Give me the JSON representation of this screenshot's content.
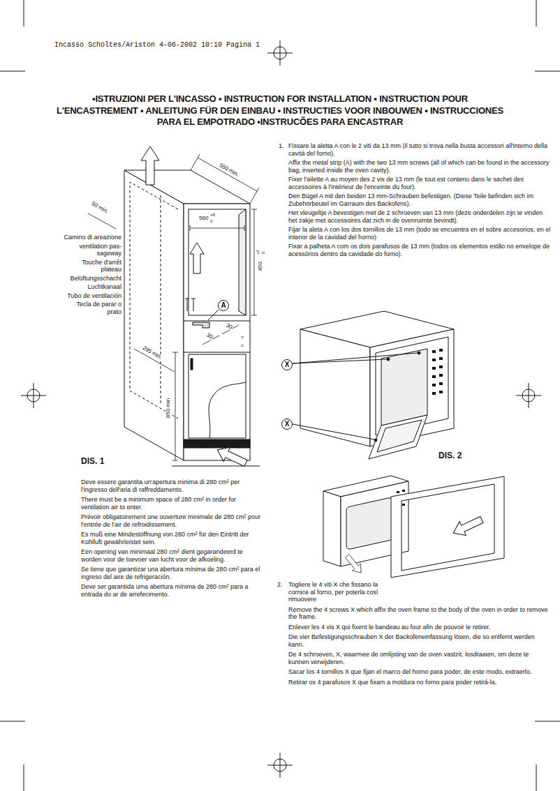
{
  "diagram": {
    "title": "•ISTRUZIONI PER L'INCASSO • INSTRUCTION FOR INSTALLATION • INSTRUCTION POUR L'ENCASTREMENT • ANLEITUNG FÜR DEN EINBAU • INSTRUCTIES VOOR INBOUWEN • INSTRUCCIONES PARA EL EMPOTRADO •INSTRUCÕES PARA ENCASTRAR",
    "nodes": [
      {
        "text": [
          "A"
        ]
      },
      {
        "text": [
          "X"
        ]
      },
      {
        "text": [
          "X"
        ]
      }
    ],
    "labels": [
      "Incasso Scholtes/Ariston 4-06-2002 10:10 Pagina 1",
      "550 min.",
      "50 min.",
      "Camino di areazione",
      "ventilation pas-sageway",
      "Touche d'arrêt plateau",
      "Belüftungsschacht",
      "Luchtkanaal",
      "Tubo de ventilación",
      "Tecla de parar o prato",
      "560",
      "+8",
      "0",
      "450",
      "+2",
      "0",
      "30",
      "30",
      "=",
      "=",
      "295 min.",
      "850 min",
      "DIS. 1",
      "Deve essere garantita un'apertura minima di 280 cm² per l'ingresso dell'aria di raffreddamento.",
      "There must be a minimum space of 280 cm² in order for ventilation air to enter.",
      "Prévoir obligatoirement une ouverture minimale de 280 cm² pour l'entrée de l'air de refroidissement.",
      "Es muß eine Mindestöffnung von 280 cm² für den Eintritt der Kühlluft gewährleistet sein.",
      "Een opening van minimaal 280 cm² dient gegarandeerd te worden voor de toevoer van lucht voor de afkoeling.",
      "Se tiene que garantizar una abertura mínima de 280 cm² para el ingreso del aire de refrigeración.",
      "Deve ser garantida uma abertura mínima de 280 cm² para a entrada do ar de arrefecimento.",
      "1.",
      "Fissare la aletta A con le 2 viti da 13 mm (il tutto si trova nella busta accessori all'interno della cavità del forno).",
      "Affix the metal strip (A) with the two 13 mm screws (all of which can be found in the accessory bag, inserted inside the oven cavity).",
      "Fixer l'ailette A au moyen des 2 vis de 13 mm (le tout est contenu dans le sachet des accessoires à l'intérieur de l'enceinte du four).",
      "Den Bügel A mit den beiden 13 mm-Schrauben befestigen. (Diese Teile befinden sich im Zubehörbeutel im Garraum des Backofens).",
      "Het vleugeltje A bevestigen met de 2 schroeven van 13 mm (deze onderdelen zijn te vinden het zakje met accessoires dat zich in de ovenruimte bevindt).",
      "Fijar la aleta A con los dos tornillos de 13 mm (todo se encuentra en el sobre accesorios, en el interior de la cavidad del horno)",
      "Fixar a palheta A com os dois parafusos de 13 mm (todos os elementos estão no envelope de acessórios dentro da cavidade do forno).",
      "DIS. 2",
      "2.",
      "Togliere le 4 viti X che fissano la cornice al forno, per poterla così rimuovere",
      "Remove the 4 screws X which affix the oven frame to the body of the oven in order to remove the frame.",
      "Enlever les 4 vis X qui fixent le bandeau au four afin de pouvoir le retirer.",
      "Die vier Befestigungsschrauben X der Backofeneinfassung lösen, die so entfernt werden kann.",
      "De 4 schroeven, X, waarmee de omlijsting van de oven vastzit, losdraaien, om deze te kunnen verwijderen.",
      "Sacar los 4 tornillos X que fijan el marco del horno para poder, de este modo, extraerlo.",
      "Retirar os 4 parafusos X que fixam a moldura no forno para poder retirá-la."
    ]
  }
}
